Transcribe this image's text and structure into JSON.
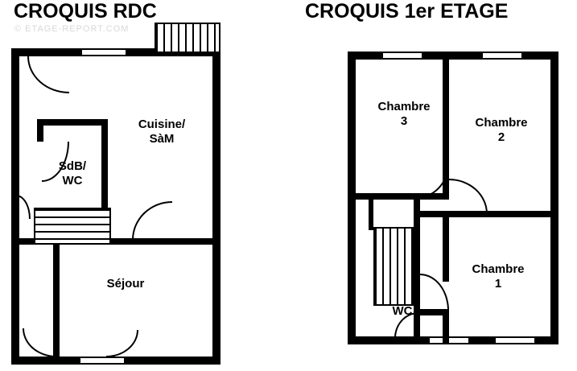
{
  "page": {
    "background": "#ffffff",
    "ink": "#000000",
    "watermark": "© ETAGE-REPORT.COM"
  },
  "titles": {
    "left": "CROQUIS RDC",
    "right": "CROQUIS 1er ETAGE"
  },
  "plans": [
    {
      "id": "rdc",
      "title": "CROQUIS RDC",
      "rooms": [
        {
          "name": "cuisine-sam",
          "label": "Cuisine/\nSàM"
        },
        {
          "name": "sdb-wc",
          "label": "SdB/\nWC"
        },
        {
          "name": "sejour",
          "label": "Séjour"
        }
      ]
    },
    {
      "id": "etage",
      "title": "CROQUIS 1er ETAGE",
      "rooms": [
        {
          "name": "chambre-3",
          "label": "Chambre\n3"
        },
        {
          "name": "chambre-2",
          "label": "Chambre\n2"
        },
        {
          "name": "chambre-1",
          "label": "Chambre\n1"
        },
        {
          "name": "wc",
          "label": "WC"
        }
      ]
    }
  ]
}
